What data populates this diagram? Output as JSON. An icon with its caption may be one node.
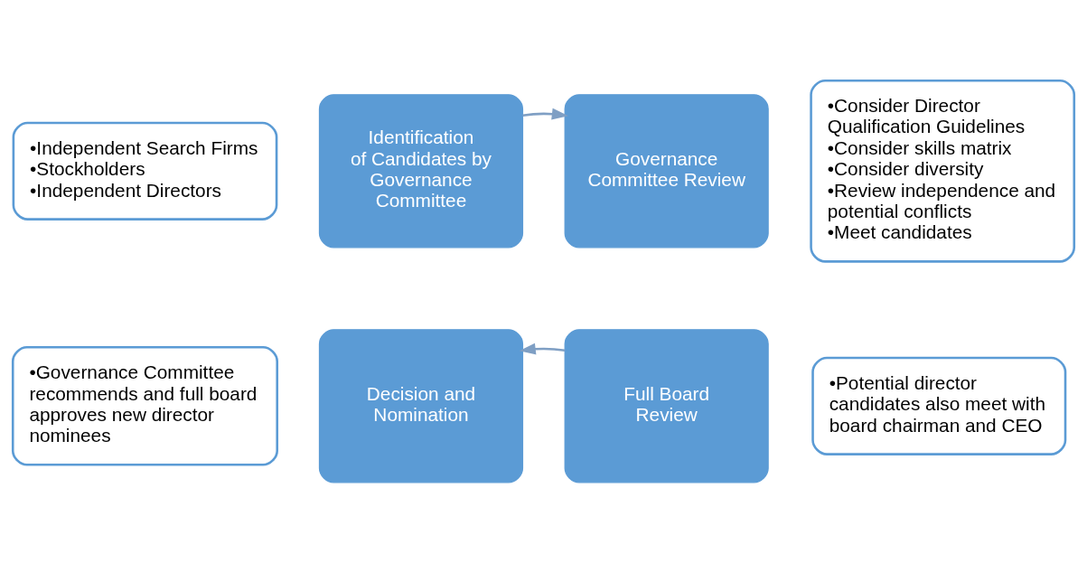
{
  "diagram": {
    "nodes": [
      {
        "text": [
          "•Independent Search Firms",
          "•Stockholders",
          "•Independent Directors"
        ]
      },
      {
        "text": [
          "Identification of Candidates by Governance Committee"
        ]
      },
      {
        "text": [
          "Governance Committee Review"
        ]
      },
      {
        "text": [
          "•Consider Director Qualification Guidelines",
          "•Consider skills matrix",
          "•Consider diversity",
          "•Review independence and potential conflicts",
          "•Meet candidates"
        ]
      },
      {
        "text": [
          "Decision and Nomination"
        ]
      },
      {
        "text": [
          "Full Board Review"
        ]
      },
      {
        "text": [
          "•Governance Committee recommends and full board approves new director nominees"
        ]
      },
      {
        "text": [
          "•Potential director candidates also meet with board chairman and CEO"
        ]
      }
    ],
    "edges": [
      {
        "from": 1,
        "to": 2,
        "arrow": "to"
      },
      {
        "from": 5,
        "to": 4,
        "arrow": "to"
      }
    ]
  }
}
